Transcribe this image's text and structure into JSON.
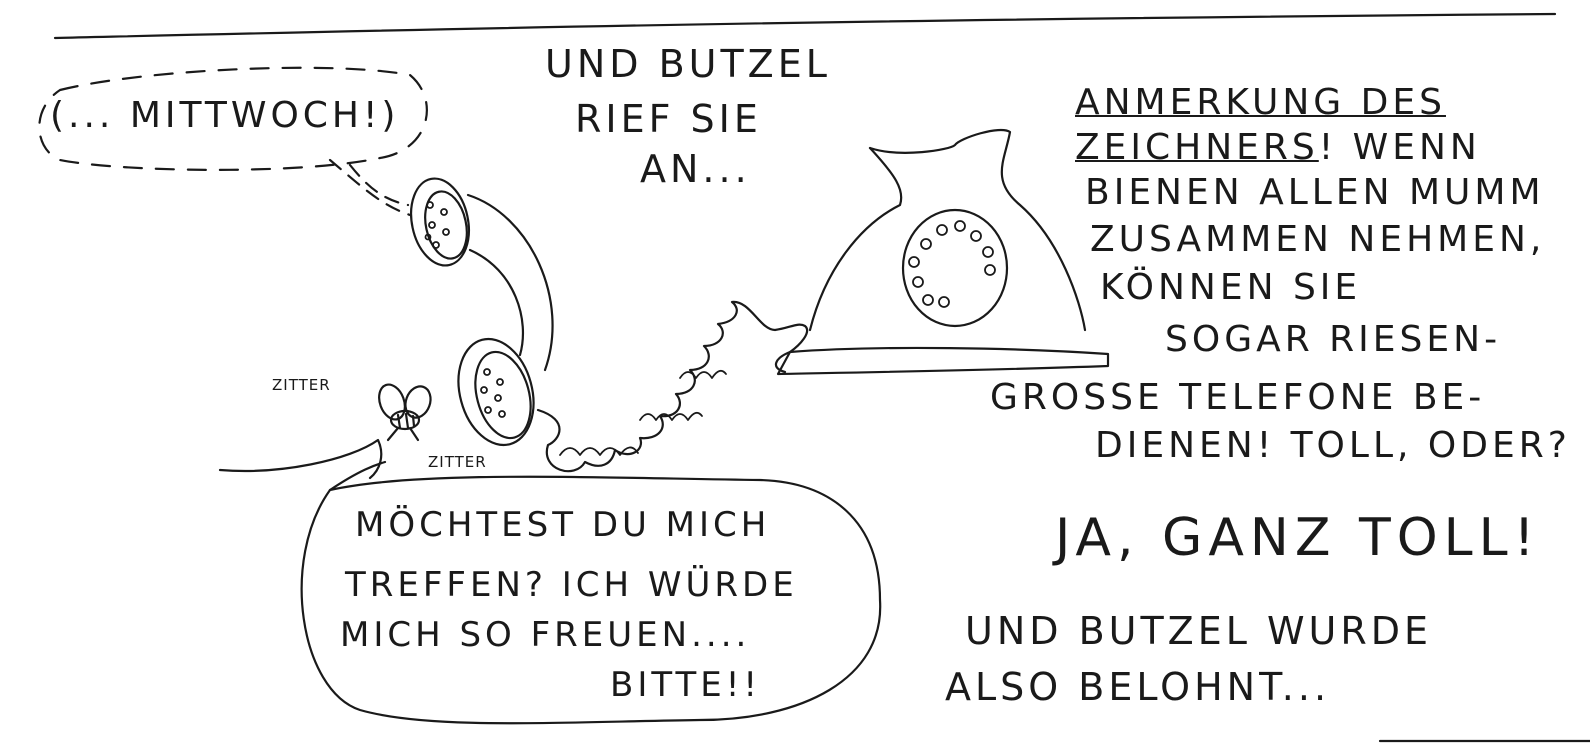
{
  "caption_top": [
    "UND BUTZEL",
    "RIEF SIE",
    "AN..."
  ],
  "speech_bubble_top": "(... MITTWOCH!)",
  "bee_sounds": [
    "ZITTER",
    "ZITTER"
  ],
  "speech_bubble_main": [
    "MÖCHTEST DU MICH",
    "TREFFEN? ICH WÜRDE",
    "MICH SO FREUEN....",
    "BITTE!!"
  ],
  "note": {
    "heading_underlined_1": "ANMERKUNG DES",
    "heading_underlined_2": "ZEICHNERS",
    "heading_rest": "! WENN",
    "lines": [
      "BIENEN ALLEN MUMM",
      "ZUSAMMEN NEHMEN,",
      "KÖNNEN SIE",
      "SOGAR RIESEN-",
      "GROSSE TELEFONE BE-",
      "DIENEN! TOLL, ODER?"
    ]
  },
  "answer": "JA, GANZ TOLL!",
  "ending": [
    "UND BUTZEL WURDE",
    "ALSO BELOHNT..."
  ],
  "ink_color": "#1a1a1a",
  "paper_color": "#ffffff"
}
